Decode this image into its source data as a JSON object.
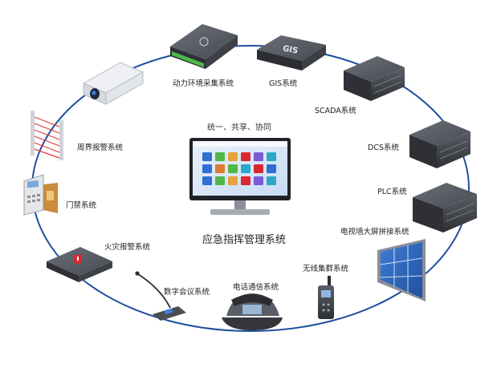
{
  "diagram": {
    "center": {
      "caption_top": "统一、共享、协同",
      "title": "应急指挥管理系统"
    },
    "nodes": [
      {
        "id": "power-env",
        "label": "动力环境采集系统"
      },
      {
        "id": "gis",
        "label": "GIS系统",
        "device_text": "GIS"
      },
      {
        "id": "scada",
        "label": "SCADA系统"
      },
      {
        "id": "dcs",
        "label": "DCS系统"
      },
      {
        "id": "plc",
        "label": "PLC系统"
      },
      {
        "id": "video-wall",
        "label": "电视墙大屏拼接系统"
      },
      {
        "id": "trunking",
        "label": "无线集群系统"
      },
      {
        "id": "telephone",
        "label": "电话通信系统"
      },
      {
        "id": "conference",
        "label": "数字会议系统"
      },
      {
        "id": "fire-alarm",
        "label": "火灾报警系统"
      },
      {
        "id": "access",
        "label": "门禁系统"
      },
      {
        "id": "perimeter",
        "label": "周界报警系统"
      }
    ],
    "colors": {
      "ring": "#1e4fa0",
      "device_dark": "#3a3d44",
      "screen_blue": "#2f6fd1",
      "accent_green": "#4fb848",
      "alarm_red": "#d9282f"
    }
  }
}
